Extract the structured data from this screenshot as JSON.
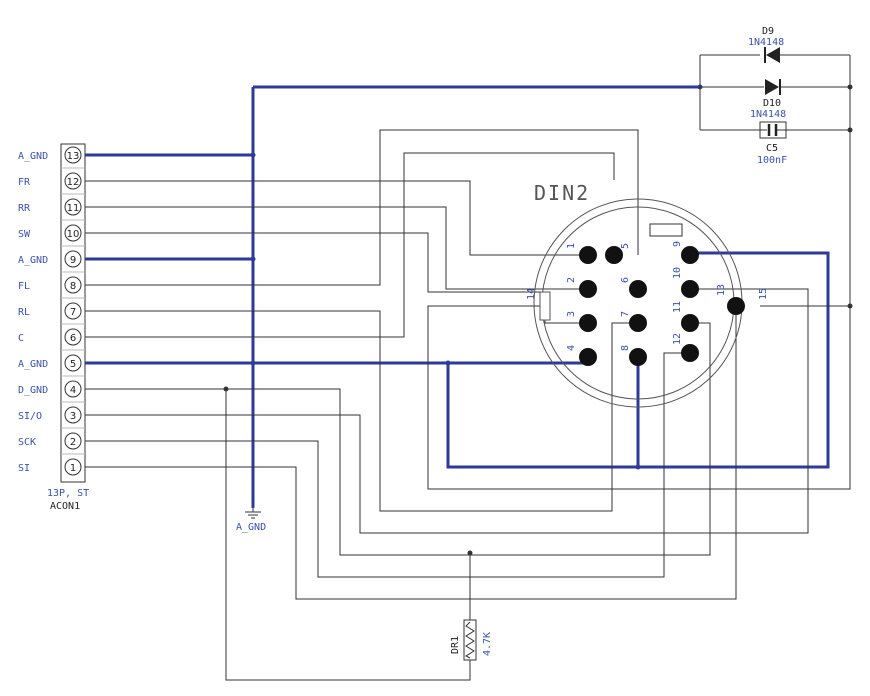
{
  "connector": {
    "ref": "ACON1",
    "type": "13P, ST",
    "pins": [
      {
        "num": "13",
        "label": "A_GND"
      },
      {
        "num": "12",
        "label": "FR"
      },
      {
        "num": "11",
        "label": "RR"
      },
      {
        "num": "10",
        "label": "SW"
      },
      {
        "num": "9",
        "label": "A_GND"
      },
      {
        "num": "8",
        "label": "FL"
      },
      {
        "num": "7",
        "label": "RL"
      },
      {
        "num": "6",
        "label": "C"
      },
      {
        "num": "5",
        "label": "A_GND"
      },
      {
        "num": "4",
        "label": "D_GND"
      },
      {
        "num": "3",
        "label": "SI/O"
      },
      {
        "num": "2",
        "label": "SCK"
      },
      {
        "num": "1",
        "label": "SI"
      }
    ]
  },
  "ground_symbol": {
    "label": "A_GND"
  },
  "din": {
    "ref": "DIN2",
    "pins": [
      "1",
      "2",
      "3",
      "4",
      "5",
      "6",
      "7",
      "8",
      "9",
      "10",
      "11",
      "12",
      "13",
      "14",
      "15"
    ]
  },
  "d9": {
    "ref": "D9",
    "value": "1N4148"
  },
  "d10": {
    "ref": "D10",
    "value": "1N4148"
  },
  "c5": {
    "ref": "C5",
    "value": "100nF"
  },
  "dr1": {
    "ref": "DR1",
    "value": "4.7K"
  },
  "colors": {
    "wire": "#333333",
    "bus": "#2e3a9a",
    "label": "#3a52a8"
  }
}
